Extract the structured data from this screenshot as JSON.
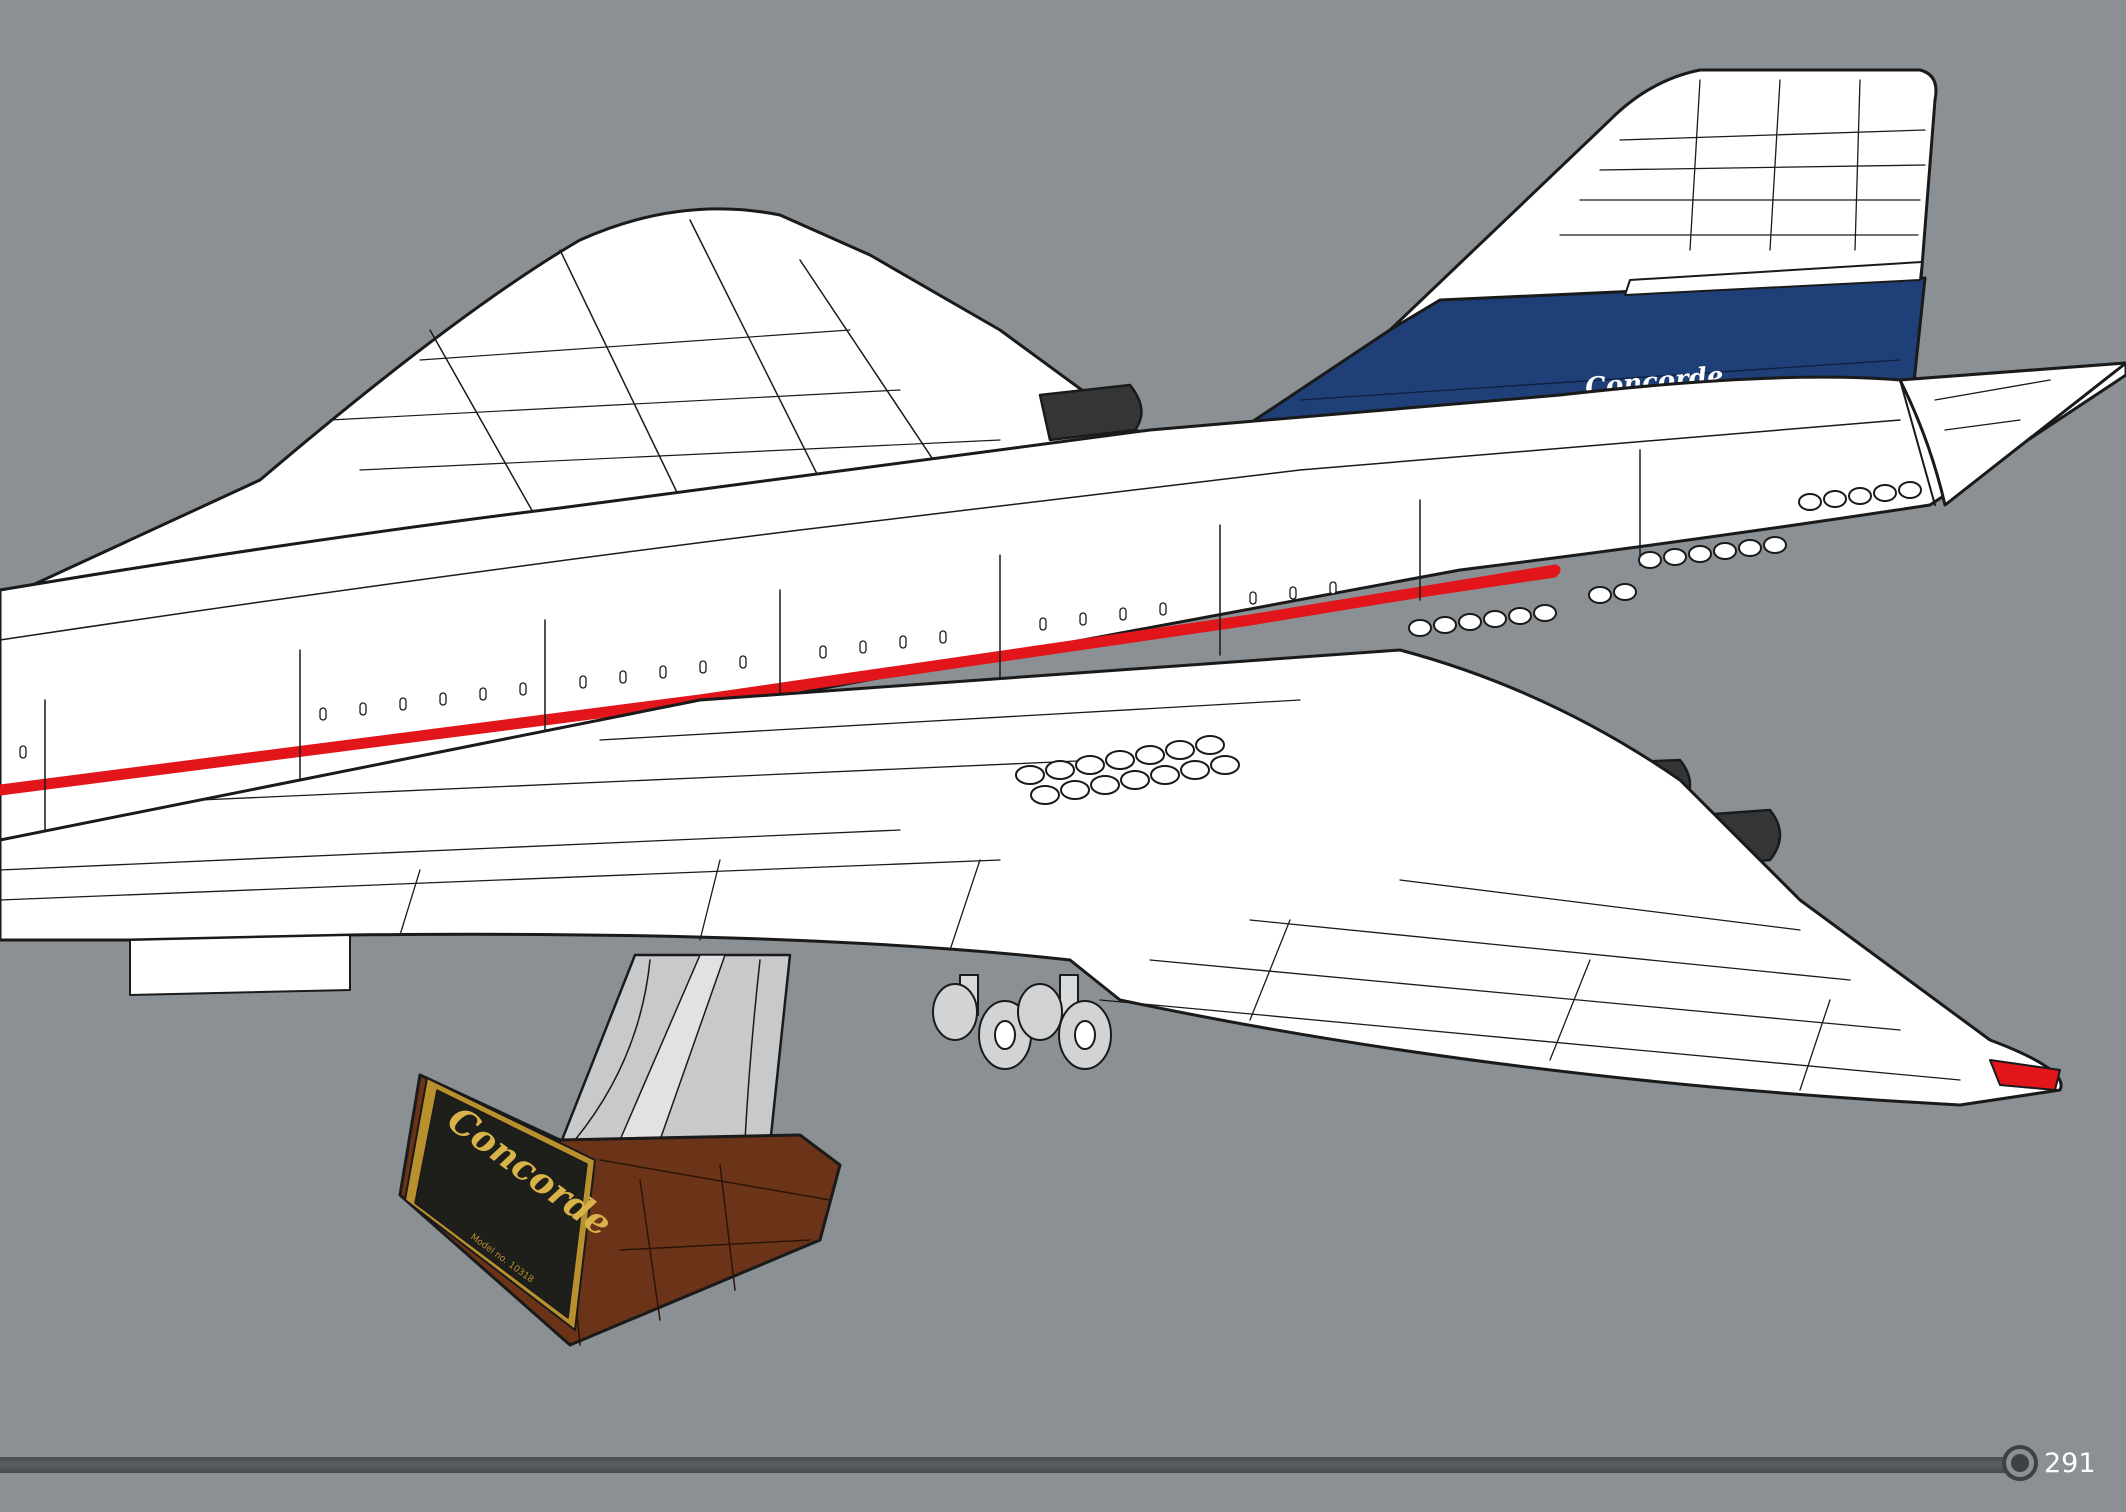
{
  "page": {
    "number": "291"
  },
  "illustration": {
    "subject": "concorde-lego-model",
    "tail_livery_text": "Concorde",
    "display_plaque": {
      "title": "Concorde",
      "inscription_lines": [
        "",
        "",
        "",
        "",
        "",
        "",
        ""
      ],
      "model_line": "Model no.",
      "model_number": "10318"
    },
    "colors": {
      "background": "#8a9094",
      "fuselage": "#ffffff",
      "outline": "#1a1a1a",
      "tail_blue": "#1f3f78",
      "cheatline_red": "#e2151b",
      "stand_base": "#6b3418",
      "plaque_gold": "#b8902e",
      "plaque_dark": "#1e1e1a",
      "engine_dark": "#333536",
      "stand_grey": "#c7c9ca"
    },
    "icons": [
      "page-number-ring-icon"
    ]
  }
}
